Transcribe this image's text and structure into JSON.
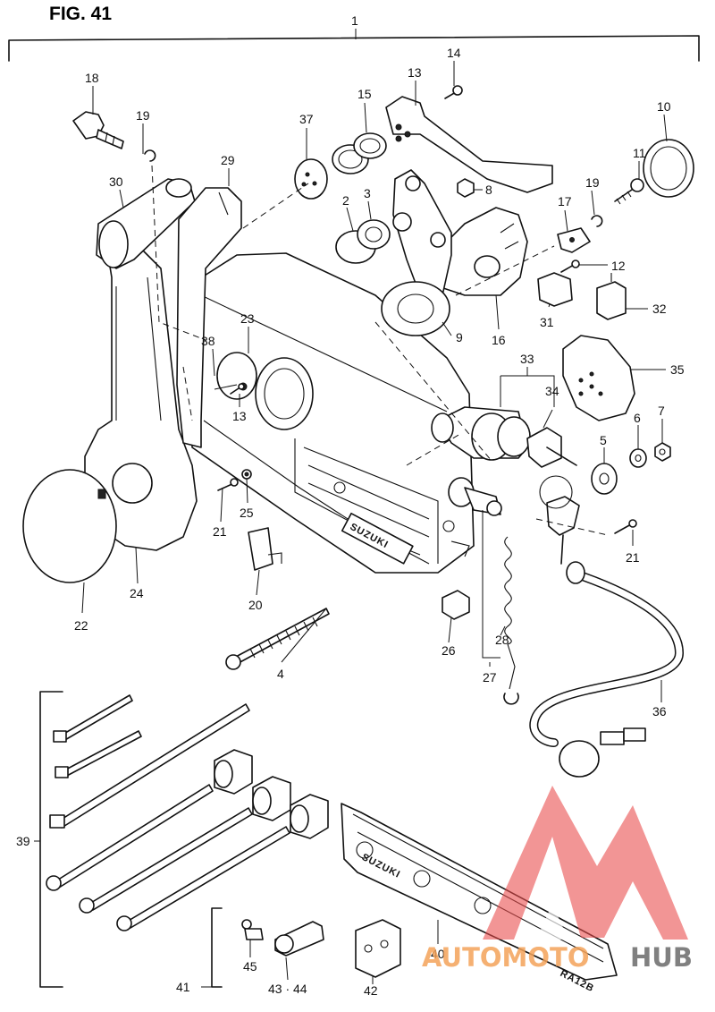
{
  "figure_title": "FIG. 41",
  "brand_marks": {
    "housing": "SUZUKI",
    "cover_plate": "SUZUKI",
    "plate_code": "RA12B"
  },
  "watermark": {
    "word_a": "AUTOMOTO",
    "word_b": "HUB",
    "color_a": "#f4a35a",
    "color_b": "#6b6b6b",
    "logo_color": "#e94e4e"
  },
  "callouts": {
    "c1": "1",
    "c2": "2",
    "c3": "3",
    "c4": "4",
    "c5": "5",
    "c6": "6",
    "c7": "7",
    "c8": "8",
    "c9": "9",
    "c10": "10",
    "c11": "11",
    "c12": "12",
    "c13a": "13",
    "c13b": "13",
    "c14": "14",
    "c15": "15",
    "c16": "16",
    "c17": "17",
    "c18": "18",
    "c19a": "19",
    "c19b": "19",
    "c20": "20",
    "c21a": "21",
    "c21b": "21",
    "c22": "22",
    "c23": "23",
    "c24": "24",
    "c25": "25",
    "c26": "26",
    "c27": "27",
    "c28": "28",
    "c29": "29",
    "c30": "30",
    "c31": "31",
    "c32": "32",
    "c33": "33",
    "c34": "34",
    "c35": "35",
    "c36": "36",
    "c37": "37",
    "c38": "38",
    "c39": "39",
    "c40": "40",
    "c41": "41",
    "c42": "42",
    "c43_44": "43 · 44",
    "c45": "45"
  }
}
